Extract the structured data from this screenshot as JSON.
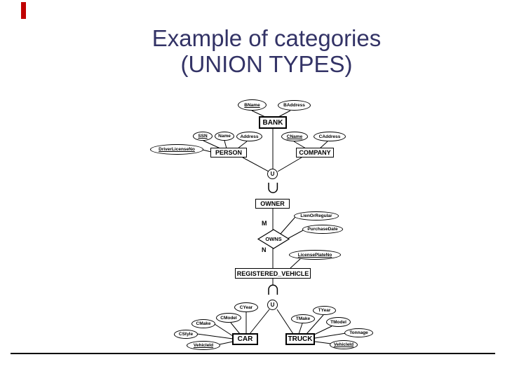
{
  "title": {
    "line1": "Example of categories",
    "line2": "(UNION TYPES)",
    "color": "#333366"
  },
  "accent_bar_color": "#c00000",
  "diagram": {
    "entities": {
      "bank": "BANK",
      "person": "PERSON",
      "company": "COMPANY",
      "owner": "OWNER",
      "registered_vehicle": "REGISTERED_VEHICLE",
      "car": "CAR",
      "truck": "TRUCK"
    },
    "relationship": {
      "owns": "OWNS"
    },
    "attributes": {
      "bname": "BName",
      "baddress": "BAddress",
      "ssn": "SSN",
      "name": "Name",
      "address": "Address",
      "driver_license_no": "DriverLicenseNo",
      "cname": "CName",
      "caddress": "CAddress",
      "lien_or_regular": "LienOrRegular",
      "purchase_date": "PurchaseDate",
      "license_plate_no": "LicensePlateNo",
      "cyear": "CYear",
      "cmodel": "CModel",
      "cmake": "CMake",
      "cstyle": "CStyle",
      "vehicle_id_car": "VehicleId",
      "tyear": "TYear",
      "tmake": "TMake",
      "tmodel": "TModel",
      "tonnage": "Tonnage",
      "vehicle_id_truck": "VehicleId"
    },
    "labels": {
      "union_top": "U",
      "union_bottom": "U",
      "cardinality_m": "M",
      "cardinality_n": "N"
    }
  }
}
